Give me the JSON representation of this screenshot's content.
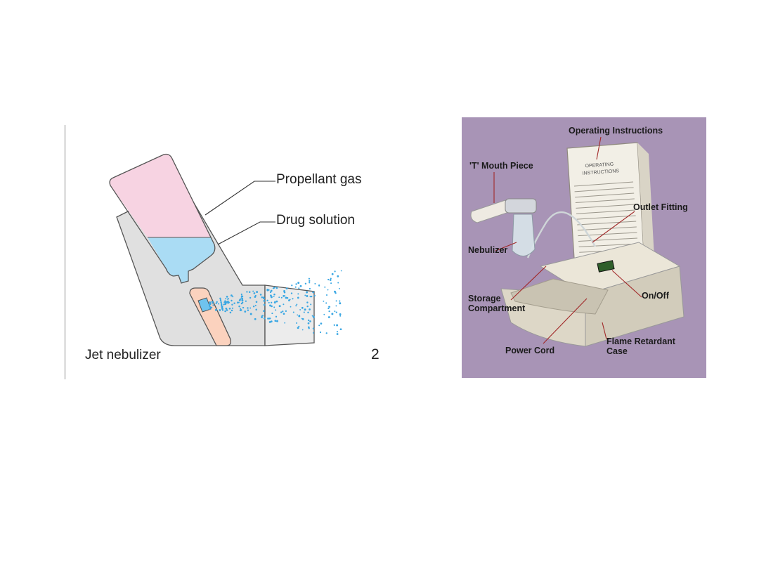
{
  "left_diagram": {
    "labels": {
      "propellant": "Propellant gas",
      "drug": "Drug solution",
      "caption": "Jet nebulizer",
      "number": "2"
    },
    "colors": {
      "propellant": "#f7d3e2",
      "drug": "#aadcf4",
      "housing": "#e0e0e0",
      "valve": "#fbd2be",
      "spray": "#3aa7e3"
    }
  },
  "right_photo": {
    "background": "#a894b6",
    "labels": {
      "operating_instructions": "Operating Instructions",
      "mouth_piece": "'T' Mouth Piece",
      "outlet_fitting": "Outlet Fitting",
      "nebulizer": "Nebulizer",
      "storage_1": "Storage",
      "storage_2": "Compartment",
      "on_off": "On/Off",
      "power_cord": "Power Cord",
      "flame_1": "Flame Retardant",
      "flame_2": "Case"
    },
    "lid_text": {
      "heading_1": "OPERATING",
      "heading_2": "INSTRUCTIONS"
    }
  }
}
